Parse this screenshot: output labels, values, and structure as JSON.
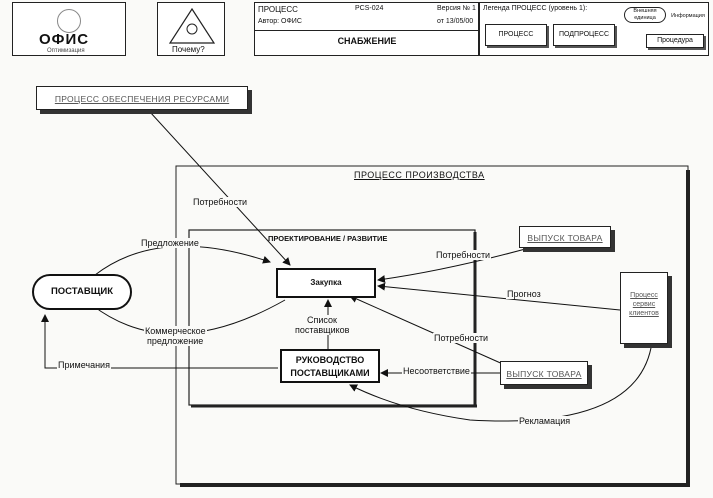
{
  "header": {
    "logo_text": "ОФИС",
    "logo_subtext": "Оптимизация",
    "why_label": "Почему?",
    "process_label": "ПРОЦЕСС",
    "code": "PCS-024",
    "version": "Версия № 1",
    "author": "Автор: ОФИС",
    "date": "от 13/05/00",
    "title": "СНАБЖЕНИЕ",
    "legend_title": "Легенда ПРОЦЕСС (уровень 1):",
    "legend_external": "Внешняя единица",
    "legend_info": "Информация",
    "legend_process": "ПРОЦЕСС",
    "legend_subprocess": "ПОДПРОЦЕСС",
    "legend_procedure": "Процедура"
  },
  "diagram": {
    "resource_process": "ПРОЦЕСС ОБЕСПЕЧЕНИЯ РЕСУРСАМИ",
    "production_process": "ПРОЦЕСС ПРОИЗВОДСТВА",
    "design_area": "ПРОЕКТИРОВАНИЕ / РАЗВИТИЕ",
    "purchase": "Закупка",
    "supplier_mgmt_line1": "РУКОВОДСТВО",
    "supplier_mgmt_line2": "ПОСТАВЩИКАМИ",
    "supplier": "ПОСТАВЩИК",
    "product_release_1": "ВЫПУСК ТОВАРА",
    "product_release_2": "ВЫПУСК ТОВАРА",
    "client_service": "Процесс сервис клиентов",
    "labels": {
      "needs_top": "Потребности",
      "offer": "Предложение",
      "commercial_offer_1": "Коммерческое",
      "commercial_offer_2": "предложение",
      "needs_right": "Потребности",
      "forecast": "Прогноз",
      "supplier_list_1": "Список",
      "supplier_list_2": "поставщиков",
      "needs_lower": "Потребности",
      "remarks": "Примечания",
      "nonconformity": "Несоответствие",
      "complaint": "Рекламация"
    }
  }
}
